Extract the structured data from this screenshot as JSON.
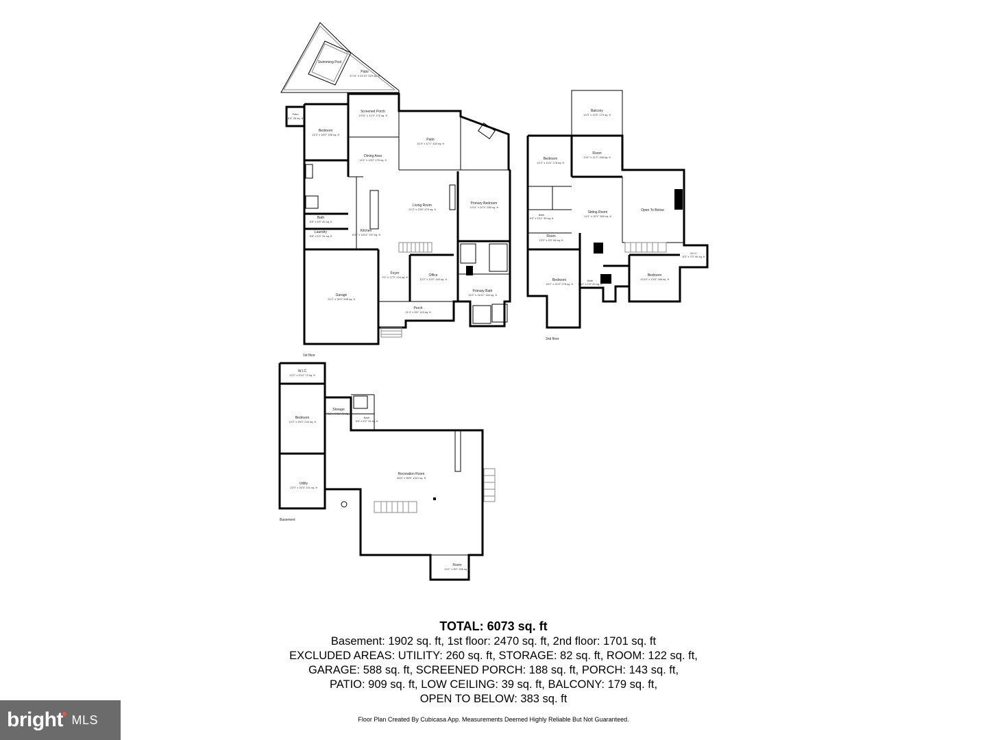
{
  "floors": {
    "first": "1st floor",
    "second": "2nd floor",
    "basement": "Basement"
  },
  "rooms": {
    "pool": {
      "name": "Swimming Pool"
    },
    "patio_top": {
      "name": "Patio",
      "dims": "37'11\" x 24'10\" 529 sq. ft"
    },
    "patio_small": {
      "name": "Patio",
      "dims": "6'3\" 25 sq. ft"
    },
    "screened_porch": {
      "name": "Screened Porch",
      "dims": "13'11\" x 12'4\" 172 sq. ft"
    },
    "patio_right": {
      "name": "Patio",
      "dims": "31'5\" x 17'1\" 433 sq. ft"
    },
    "bedroom_1": {
      "name": "Bedroom",
      "dims": "12'2\" x 16'0\" 156 sq. ft"
    },
    "dining": {
      "name": "Dining Area",
      "dims": "14'1\" x 13'0\" 175 sq. ft"
    },
    "living": {
      "name": "Living Room",
      "dims": "21'2\" x 23'6\" 479 sq. ft"
    },
    "primary_bedroom": {
      "name": "Primary Bedroom",
      "dims": "13'11\" x 20'1\" 280 sq. ft"
    },
    "kitchen": {
      "name": "Kitchen",
      "dims": "10'8\" x 18'11\" 157 sq. ft"
    },
    "bath_1": {
      "name": "Bath",
      "dims": "8'8\" x 5'5\" 40 sq. ft"
    },
    "laundry": {
      "name": "Laundry",
      "dims": "8'8\" x 6'3\" 34 sq. ft"
    },
    "garage": {
      "name": "Garage",
      "dims": "21'2\" x 26'4\" 538 sq. ft"
    },
    "foyer": {
      "name": "Foyer",
      "dims": "9'1\" x 17'3\" 134 sq. ft"
    },
    "office": {
      "name": "Office",
      "dims": "12'2\" x 13'5\" 163 sq. ft"
    },
    "primary_bath": {
      "name": "Primary Bath",
      "dims": "15'2\" x 16'11\" 184 sq. ft"
    },
    "porch": {
      "name": "Porch",
      "dims": "21'4\" x 5'6\" 143 sq. ft"
    },
    "balcony": {
      "name": "Balcony",
      "dims": "14'3\" x 12'6\" 179 sq. ft"
    },
    "bedroom_2a": {
      "name": "Bedroom",
      "dims": "12'2\" x 14'1\" 178 sq. ft"
    },
    "room_2a": {
      "name": "Room",
      "dims": "14'1\" x 11'2\" 158 sq. ft"
    },
    "sitting": {
      "name": "Sitting Room",
      "dims": "14'1\" x 20'1\" 369 sq. ft"
    },
    "open_below": {
      "name": "Open To Below"
    },
    "bath_2a": {
      "name": "Bath",
      "dims": "6'9\" x 5'11\" 35 sq. ft"
    },
    "room_2b": {
      "name": "Room",
      "dims": "12'2\" x 5'5\" 66 sq. ft"
    },
    "bedroom_2b": {
      "name": "Bedroom",
      "dims": "15'1\" x 21'9\" 278 sq. ft"
    },
    "bath_2b": {
      "name": "Bath",
      "dims": "5'10\" x 2'8\" 40 sq. ft"
    },
    "bedroom_2c": {
      "name": "Bedroom",
      "dims": "13'10\" x 13'5\" 186 sq. ft"
    },
    "wic_2": {
      "name": "W.I.C",
      "dims": "8'0\" x 7'0\" 56 sq. ft"
    },
    "wic_b": {
      "name": "W.I.C",
      "dims": "12'2\" x 5'10\" 72 sq. ft"
    },
    "bedroom_b": {
      "name": "Bedroom",
      "dims": "12'2\" x 20'0\" 244 sq. ft"
    },
    "storage": {
      "name": "Storage",
      "dims": "7'11\" x 9'11\" 79 sq. ft"
    },
    "bath_b": {
      "name": "Bath",
      "dims": "6'6\" x 5'2\" 34 sq. ft"
    },
    "recreation": {
      "name": "Recreation Room",
      "dims": "45'0\" x 35'8\" 1321 sq. ft"
    },
    "utility": {
      "name": "Utility",
      "dims": "22'0\" x 15'3\" 241 sq. ft"
    },
    "room_b": {
      "name": "Room",
      "dims": "14'1\" x 8'0\" 106 sq. ft"
    }
  },
  "summary": {
    "total": "TOTAL: 6073 sq. ft",
    "lines": [
      "Basement: 1902 sq. ft, 1st floor: 2470 sq. ft, 2nd floor: 1701 sq. ft",
      "EXCLUDED AREAS: UTILITY: 260 sq. ft, STORAGE: 82 sq. ft, ROOM: 122 sq. ft,",
      "GARAGE: 588 sq. ft, SCREENED PORCH: 188 sq. ft, PORCH: 143 sq. ft,",
      "PATIO: 909 sq. ft, LOW CEILING: 39 sq. ft, BALCONY: 179 sq. ft,",
      "OPEN TO BELOW: 383 sq. ft"
    ]
  },
  "credit": "Floor Plan Created By Cubicasa App. Measurements Deemed Highly Reliable But Not Guaranteed.",
  "logo": {
    "brand": "bright",
    "suffix": "MLS",
    "color": "#6b6b6b",
    "accent": "#e8553d"
  }
}
